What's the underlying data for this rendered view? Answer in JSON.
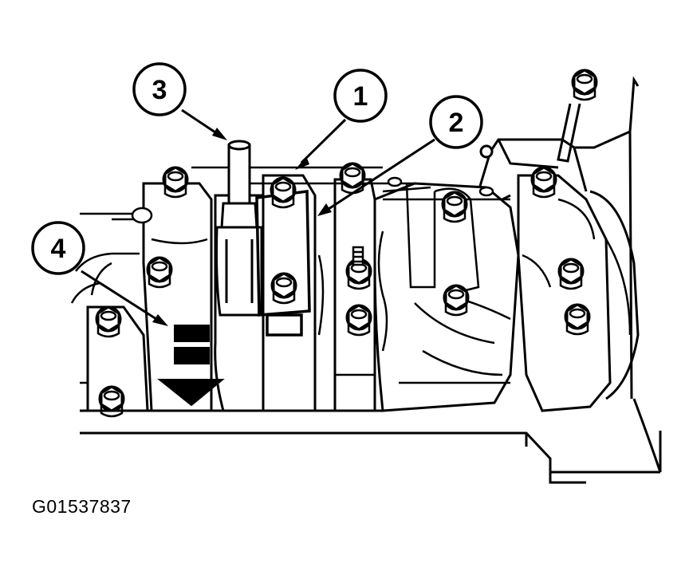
{
  "figure": {
    "id_label": "G01537837"
  },
  "callouts": [
    {
      "number": "1"
    },
    {
      "number": "2"
    },
    {
      "number": "3"
    },
    {
      "number": "4"
    }
  ],
  "colors": {
    "line": "#000000",
    "background": "#ffffff"
  }
}
